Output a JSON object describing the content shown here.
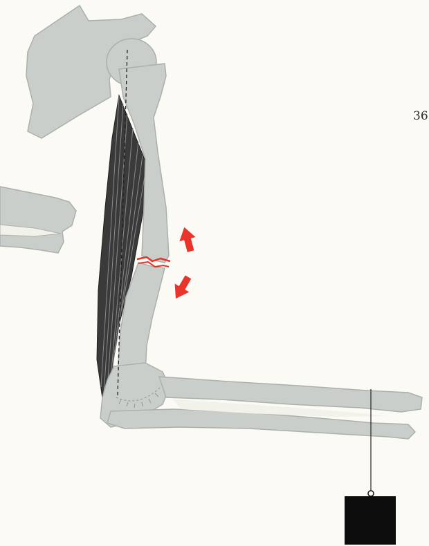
{
  "page_number": "36",
  "colors": {
    "background": "#fbfaf4",
    "bone_fill": "#c9ceca",
    "bone_outline": "#aab0ac",
    "muscle": "#2f2f2f",
    "fracture_and_arrows": "#e8342a",
    "weight": "#0d0d0d"
  },
  "elements": {
    "scapula": "shoulder-blade",
    "humerus": "upper-arm-bone",
    "forearm": "radius-and-ulna",
    "fracture": "fracture-line",
    "arrows": [
      "arrow-up",
      "arrow-down"
    ],
    "muscle": "triceps-muscle",
    "weight": "hanging-weight"
  }
}
